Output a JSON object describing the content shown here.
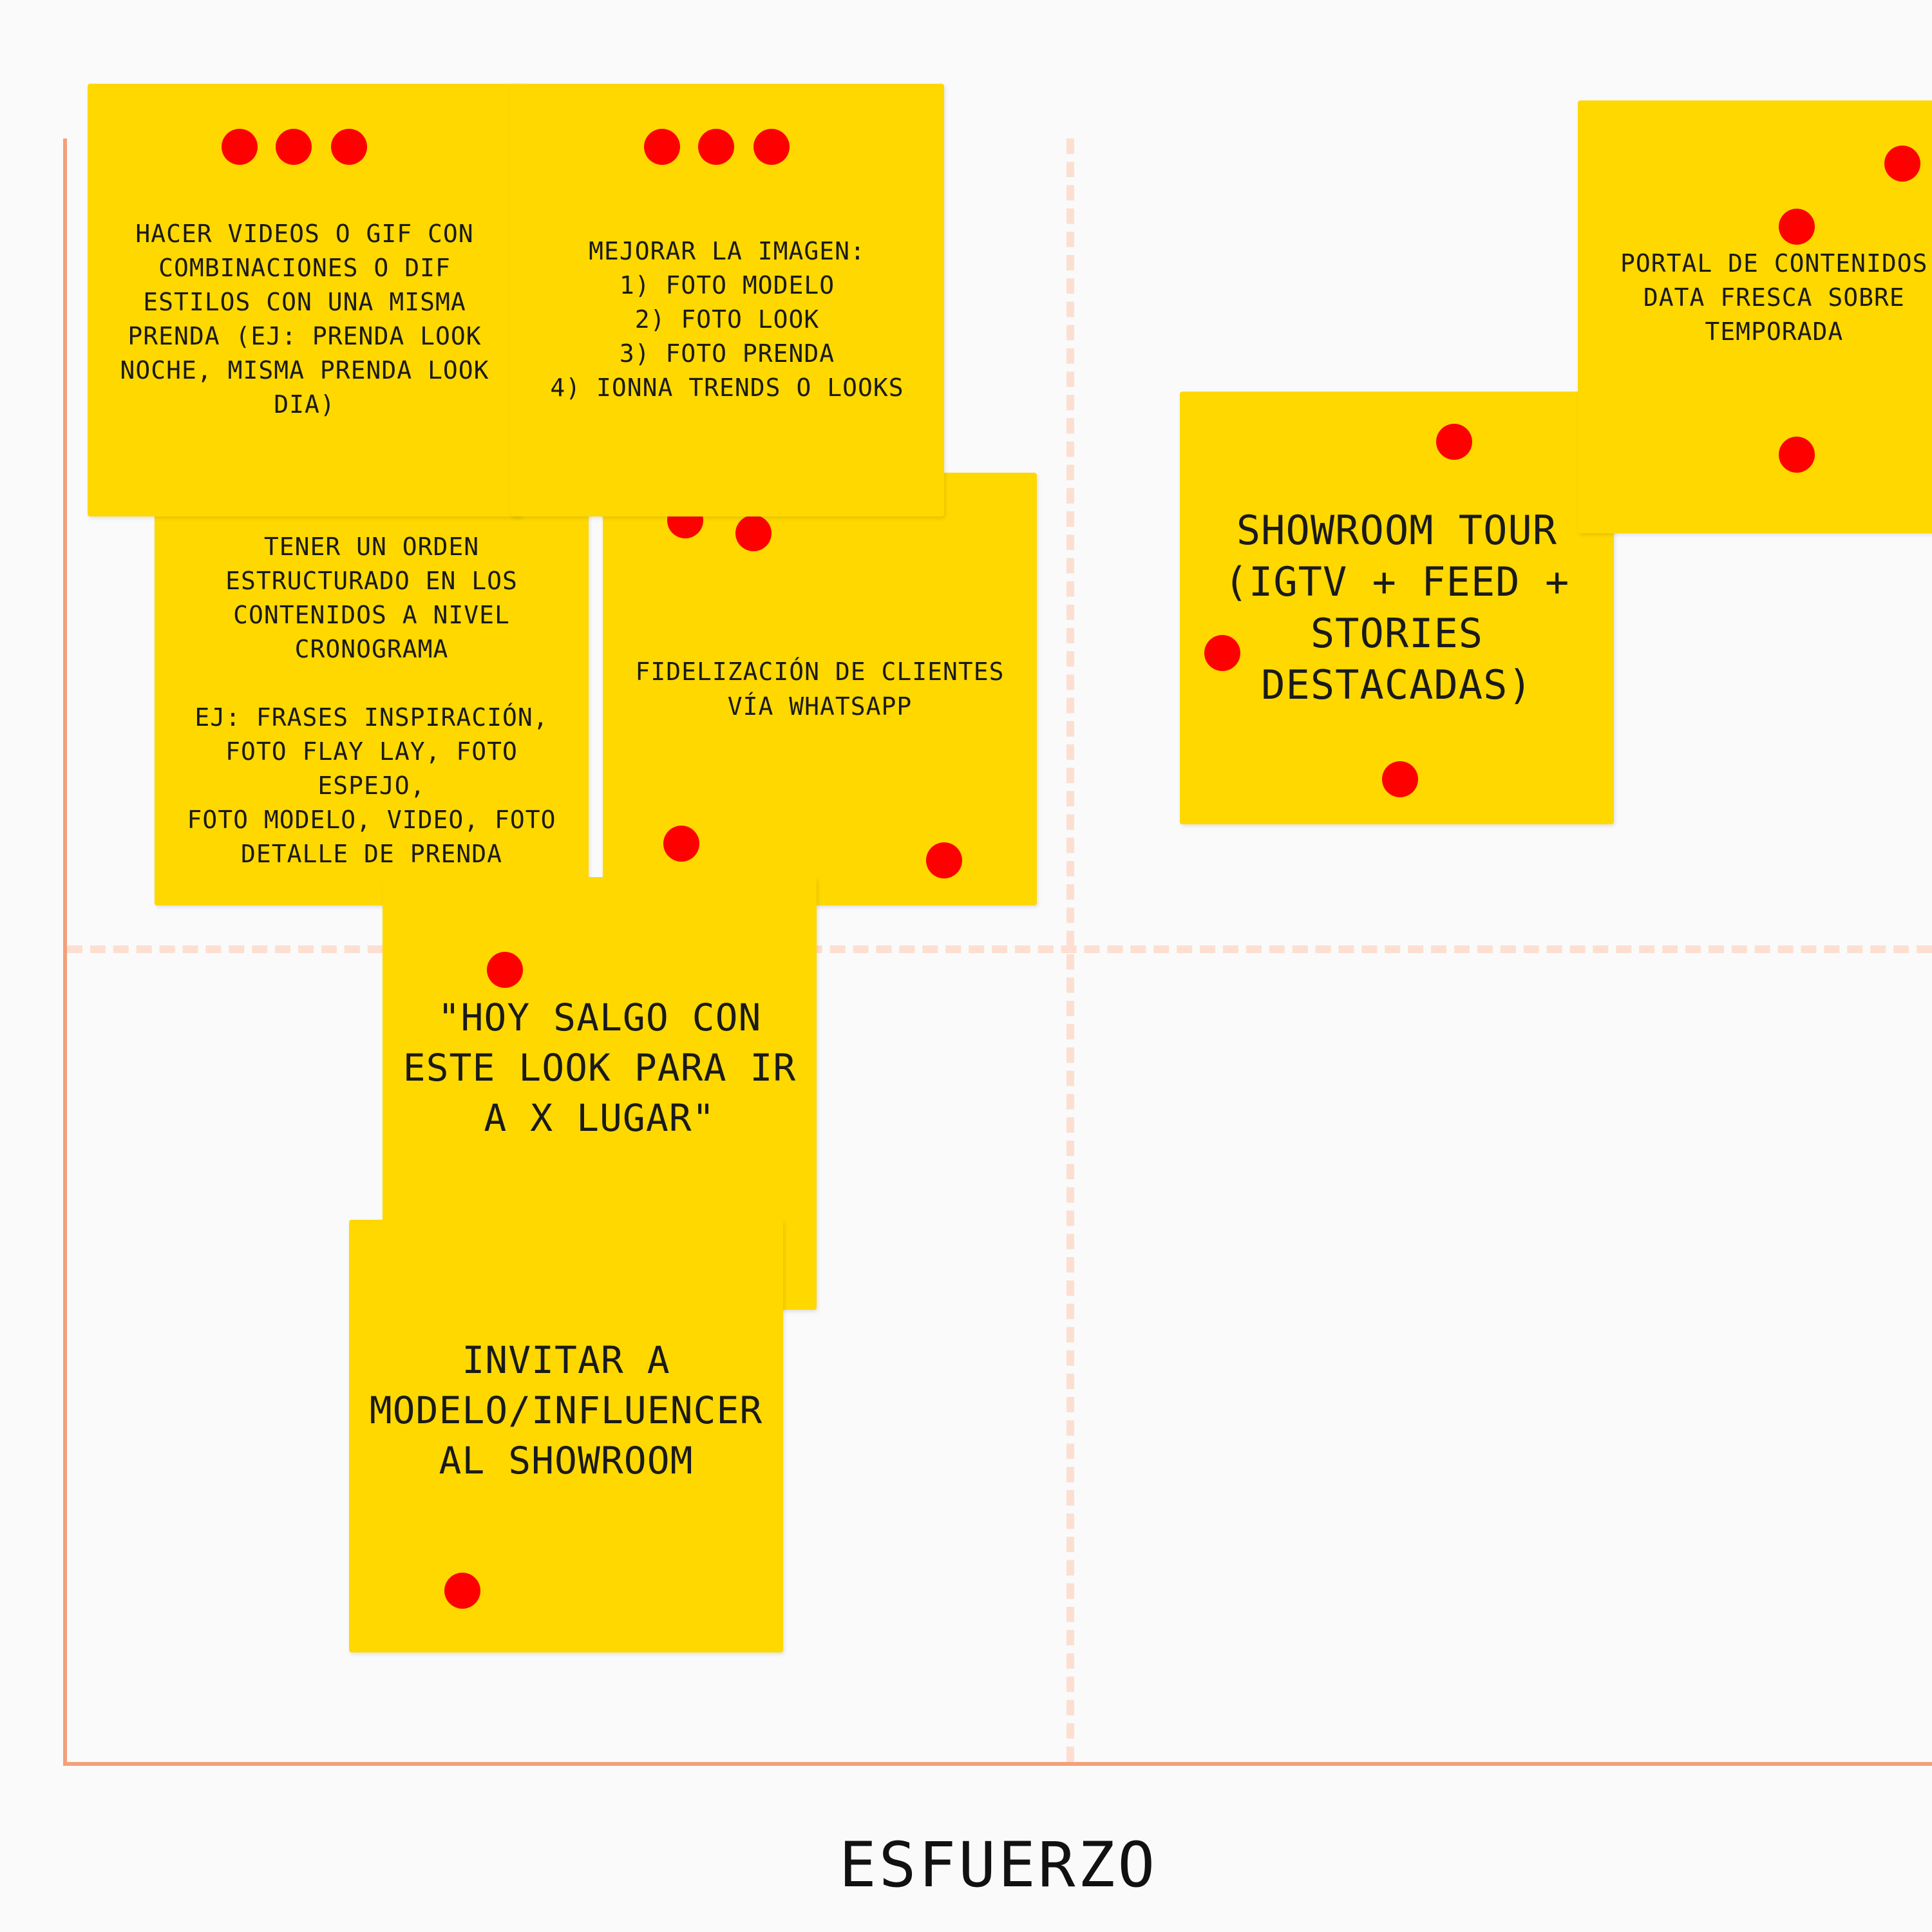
{
  "board": {
    "axis_x_label": "ESFUERZO"
  },
  "colors": {
    "background": "#fafafa",
    "sticky_note": "#ffd800",
    "vote_dot": "#ff0000",
    "axis": "#f4a07a",
    "quadrant_divider": "#fddfd2"
  },
  "notes": [
    {
      "id": "hacer-videos",
      "text": "HACER VIDEOS O GIF CON\nCOMBINACIONES O DIF\nESTILOS CON UNA MISMA\nPRENDA (EJ: PRENDA LOOK\nNOCHE, MISMA PRENDA LOOK\nDIA)",
      "votes": 3
    },
    {
      "id": "mejorar-imagen",
      "text": "MEJORAR LA IMAGEN:\n1) FOTO MODELO\n2) FOTO LOOK\n3) FOTO PRENDA\n4) IONNA TRENDS O LOOKS",
      "votes": 3
    },
    {
      "id": "tener-orden",
      "text": "TENER UN ORDEN\nESTRUCTURADO EN LOS\nCONTENIDOS A NIVEL\nCRONOGRAMA\n\nEJ: FRASES INSPIRACIÓN,\nFOTO FLAY LAY, FOTO ESPEJO,\nFOTO MODELO, VIDEO, FOTO\nDETALLE DE PRENDA",
      "votes": 0
    },
    {
      "id": "fidelizacion",
      "text": "FIDELIZACIÓN DE CLIENTES\nVÍA WHATSAPP",
      "votes": 4
    },
    {
      "id": "showroom-tour",
      "text": "SHOWROOM TOUR\n(IGTV + FEED +\nSTORIES\nDESTACADAS)",
      "votes": 3
    },
    {
      "id": "portal-contenidos",
      "text": "PORTAL DE CONTENIDOS\nDATA FRESCA SOBRE\nTEMPORADA",
      "votes": 3
    },
    {
      "id": "hoy-salgo",
      "text": "\"HOY SALGO CON\nESTE LOOK PARA IR\nA X LUGAR\"",
      "votes": 1
    },
    {
      "id": "invitar-modelo",
      "text": "INVITAR A\nMODELO/INFLUENCER\nAL SHOWROOM",
      "votes": 1
    }
  ]
}
